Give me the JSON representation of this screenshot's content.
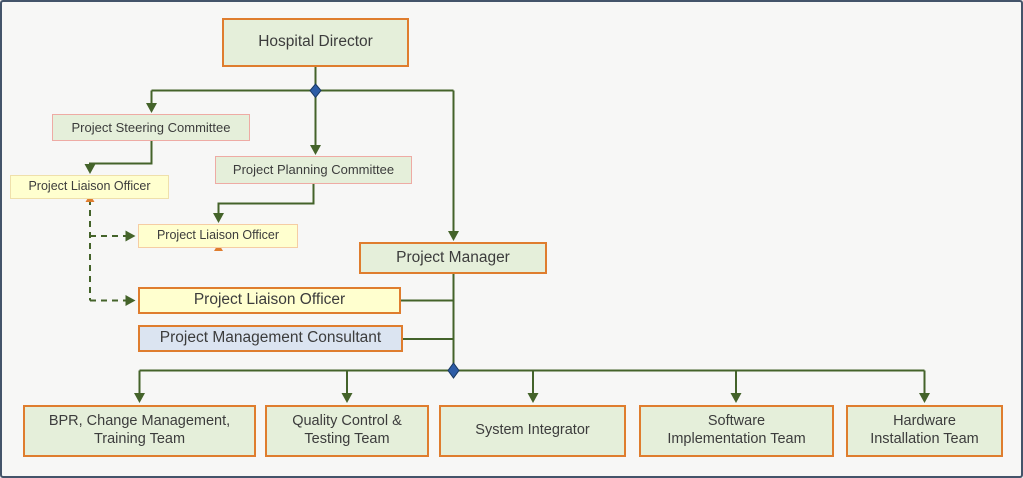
{
  "diagram": {
    "type": "org-chart",
    "colors": {
      "background": "#f7f7f6",
      "page_border": "#44546a",
      "node_green_fill": "#e5efda",
      "node_yellow_fill": "#ffffcf",
      "node_blue_fill": "#dbe4f1",
      "border_orange": "#df7d2e",
      "border_pink": "#eeaba4",
      "border_pale_tan": "#efe0ab",
      "border_peach": "#f5cda4",
      "connector_green": "#44632a",
      "junction_diamond_blue": "#2d5ca6",
      "anchor_caret_orange": "#df7d2e",
      "text": "#3c3c3c"
    },
    "nodes": {
      "hospital_director": {
        "label": "Hospital Director"
      },
      "steering_committee": {
        "label": "Project Steering Committee"
      },
      "planning_committee": {
        "label": "Project Planning Committee"
      },
      "liaison_officer_1": {
        "label": "Project Liaison Officer"
      },
      "liaison_officer_2": {
        "label": "Project Liaison Officer"
      },
      "project_manager": {
        "label": "Project Manager"
      },
      "liaison_officer_3": {
        "label": "Project Liaison Officer"
      },
      "management_consultant": {
        "label": "Project Management Consultant"
      },
      "team_bpr": {
        "label": "BPR, Change Management,\nTraining Team"
      },
      "team_qc": {
        "label": "Quality Control &\nTesting Team"
      },
      "team_si": {
        "label": "System Integrator"
      },
      "team_sw": {
        "label": "Software\nImplementation Team"
      },
      "team_hw": {
        "label": "Hardware\nInstallation Team"
      }
    },
    "edges": [
      {
        "from": "hospital_director",
        "to": "steering_committee",
        "style": "solid-arrow"
      },
      {
        "from": "hospital_director",
        "to": "planning_committee",
        "style": "solid-arrow"
      },
      {
        "from": "hospital_director",
        "to": "project_manager",
        "style": "solid-arrow"
      },
      {
        "from": "steering_committee",
        "to": "liaison_officer_1",
        "style": "solid-arrow"
      },
      {
        "from": "planning_committee",
        "to": "liaison_officer_2",
        "style": "solid-arrow"
      },
      {
        "from": "liaison_officer_1",
        "to": "liaison_officer_2",
        "style": "dashed-arrow"
      },
      {
        "from": "liaison_officer_1",
        "to": "liaison_officer_3",
        "style": "dashed-arrow"
      },
      {
        "from": "project_manager",
        "to": "liaison_officer_3",
        "style": "solid-line"
      },
      {
        "from": "project_manager",
        "to": "management_consultant",
        "style": "solid-line"
      },
      {
        "from": "project_manager",
        "to": "team_bpr",
        "style": "solid-arrow"
      },
      {
        "from": "project_manager",
        "to": "team_qc",
        "style": "solid-arrow"
      },
      {
        "from": "project_manager",
        "to": "team_si",
        "style": "solid-arrow"
      },
      {
        "from": "project_manager",
        "to": "team_sw",
        "style": "solid-arrow"
      },
      {
        "from": "project_manager",
        "to": "team_hw",
        "style": "solid-arrow"
      }
    ]
  }
}
